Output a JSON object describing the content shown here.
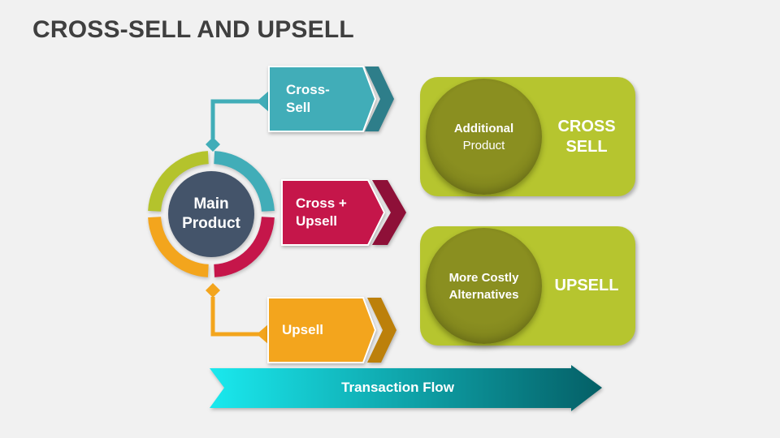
{
  "slide": {
    "title": "CROSS-SELL AND UPSELL",
    "background_color": "#f1f1f1",
    "title_color": "#3f3f3f"
  },
  "hub": {
    "label_line1": "Main",
    "label_line2": "Product",
    "color": "#44546a",
    "ring_segments": [
      {
        "name": "cross-sell",
        "position": "top-right",
        "color": "#41adb8"
      },
      {
        "name": "cross-upsell",
        "position": "bottom-right",
        "color": "#c5164a"
      },
      {
        "name": "upsell",
        "position": "bottom-left",
        "color": "#f3a51d"
      },
      {
        "name": "base-product",
        "position": "top-left",
        "color": "#b4c32c"
      }
    ]
  },
  "banners": [
    {
      "id": "cross-sell",
      "line1": "Cross-",
      "line2": "Sell",
      "color": "#41adb8",
      "chevron_color": "#2e7e8a"
    },
    {
      "id": "cross-upsell",
      "line1": "Cross +",
      "line2": "Upsell",
      "color": "#c5164a",
      "chevron_color": "#8e1038"
    },
    {
      "id": "upsell",
      "line1": "Upsell",
      "line2": "",
      "color": "#f3a51d",
      "chevron_color": "#bc800b"
    }
  ],
  "cards": [
    {
      "id": "cross-sell",
      "circle_line1": "Additional",
      "circle_line2": "Product",
      "label_line1": "CROSS",
      "label_line2": "SELL",
      "color": "#b6c52f",
      "circle_color": "#878c1d"
    },
    {
      "id": "upsell",
      "circle_line1": "More Costly",
      "circle_line2": "Alternatives",
      "label_line1": "UPSELL",
      "label_line2": "",
      "color": "#b6c52f",
      "circle_color": "#878c1d"
    }
  ],
  "flow": {
    "label": "Transaction Flow",
    "gradient_start": "#1ae9ee",
    "gradient_end": "#045f66"
  }
}
